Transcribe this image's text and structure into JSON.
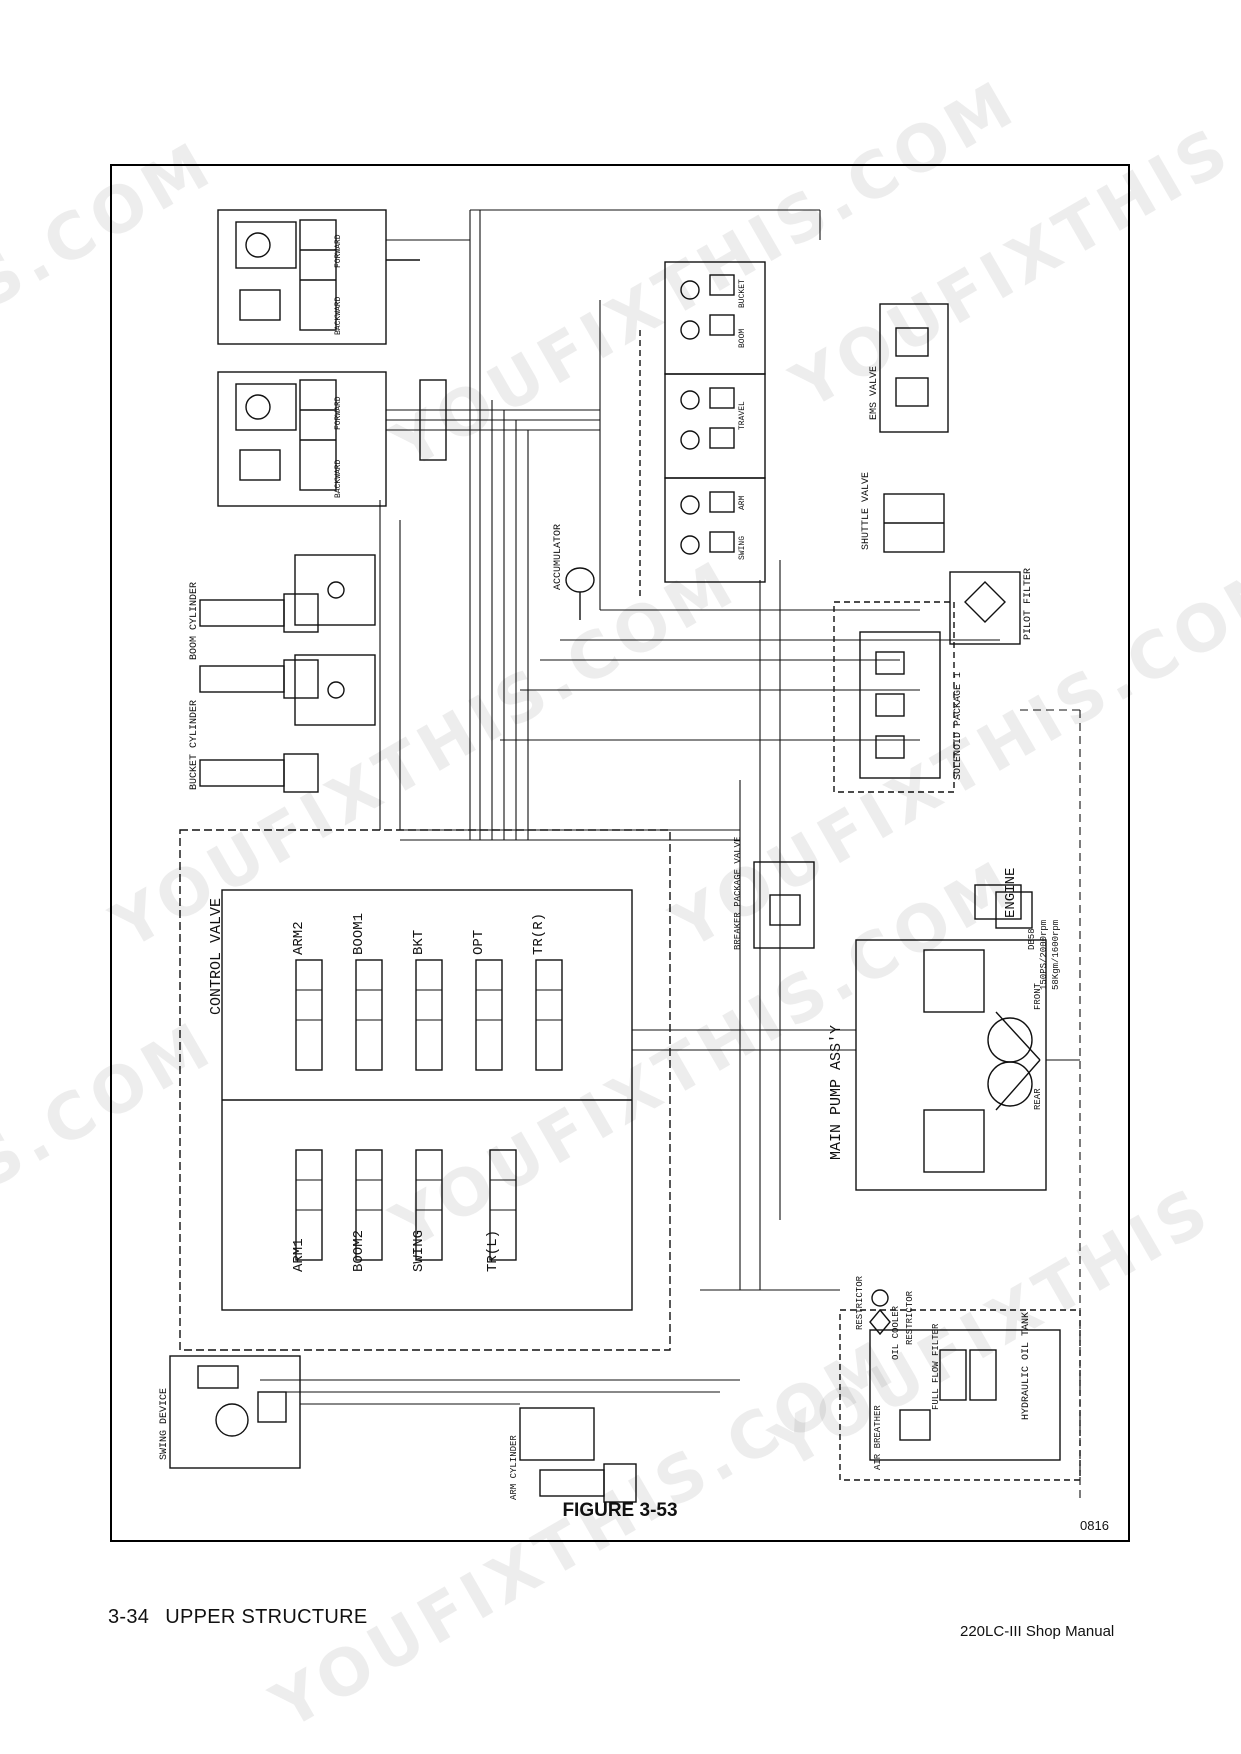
{
  "figure": {
    "caption": "FIGURE 3-53",
    "code": "0816"
  },
  "footer": {
    "page_number": "3-34",
    "section": "UPPER STRUCTURE",
    "manual": "220LC-III Shop Manual"
  },
  "watermark": {
    "text_a": "YOUFIXTHIS.COM",
    "text_b": "S.COM",
    "text_c": "YOUFIXTHIS"
  },
  "labels": {
    "control_valve": "CONTROL VALVE",
    "arm2": "ARM2",
    "boom1": "BOOM1",
    "bkt": "BKT",
    "opt": "OPT",
    "tr_r": "TR(R)",
    "arm1": "ARM1",
    "boom2": "BOOM2",
    "swing": "SWING",
    "tr_l": "TR(L)",
    "boom_cylinder": "BOOM CYLINDER",
    "bucket_cylinder": "BUCKET CYLINDER",
    "arm_cylinder": "ARM CYLINDER",
    "swing_device": "SWING DEVICE",
    "main_pump": "MAIN PUMP ASS'Y",
    "engine": "ENGINE",
    "engine_spec_1": "DB58",
    "engine_spec_2": "150PS/2000rpm",
    "engine_spec_3": "58Kgm/1600rpm",
    "accumulator": "ACCUMULATOR",
    "breaker_package": "BREAKER PACKAGE VALVE",
    "solenoid_package": "SOLENOID PACKAGE 1",
    "pilot_filter": "PILOT FILTER",
    "ems_valve": "EMS VALVE",
    "shuttle_valve": "SHUTTLE VALVE",
    "oil_cooler": "OIL COOLER",
    "restrictor_1": "RESTRICTOR",
    "restrictor_2": "RESTRICTOR",
    "full_flow_filter": "FULL FLOW FILTER",
    "hydraulic_oil_tank": "HYDRAULIC OIL TANK",
    "air_breather": "AIR BREATHER",
    "forward_top": "FORWARD",
    "backward_top": "BACKWARD",
    "forward_mid": "FORWARD",
    "backward_mid": "BACKWARD",
    "bucket_pv": "BUCKET",
    "boom_pv": "BOOM",
    "travel_pv": "TRAVEL",
    "arm_pv": "ARM",
    "swing_pv": "SWING",
    "front": "FRONT",
    "rear": "REAR"
  }
}
